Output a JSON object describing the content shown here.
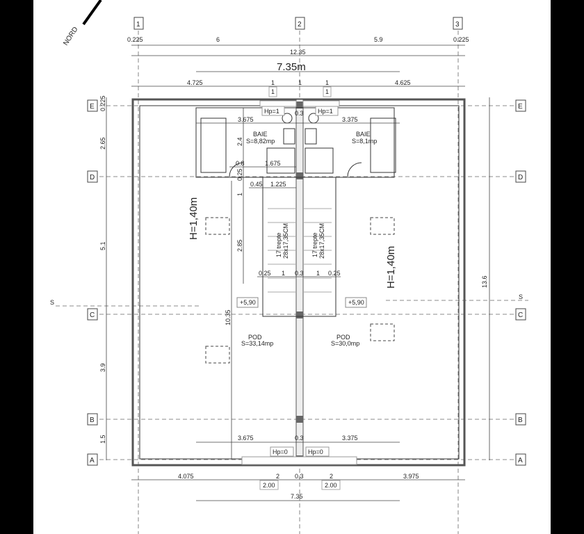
{
  "north": "NORD",
  "axes": {
    "cols": [
      "1",
      "2",
      "3"
    ],
    "rows": [
      "E",
      "D",
      "C",
      "B",
      "A"
    ]
  },
  "top_dims": {
    "a": "0.225",
    "b": "6",
    "c": "5.9",
    "d": "0.225",
    "total": "12.35",
    "main": "7.35m",
    "l": "4.725",
    "m1": "1",
    "m2": "1",
    "m3": "1",
    "r": "4.625",
    "box1": "1",
    "box2": "1"
  },
  "left_dims": {
    "e": "0.225",
    "ed": "2.65",
    "dc": "5.1",
    "cb": "3.9",
    "ba": "1.5"
  },
  "right_dims": {
    "total": "13.6"
  },
  "rooms": {
    "baie_left": {
      "name": "BAIE",
      "area": "S=8,82mp"
    },
    "baie_right": {
      "name": "BAIE",
      "area": "S=8,1mp"
    },
    "pod_left": {
      "name": "POD",
      "area": "S=33,14mp"
    },
    "pod_right": {
      "name": "POD",
      "area": "S=30,0mp"
    }
  },
  "heights": {
    "left": "H=1,40m",
    "right": "H=1,40m"
  },
  "levels": {
    "left": "+5,90",
    "right": "+5,90"
  },
  "hp": {
    "tl": "Hp=1",
    "tr": "Hp=1",
    "bl": "Hp=0",
    "br": "Hp=0"
  },
  "stairs": {
    "left": {
      "steps": "17 trepte",
      "size": "28x17,35CM"
    },
    "right": {
      "steps": "17 trepte",
      "size": "28x17,35CM"
    }
  },
  "inner_dims": {
    "w1": "3.675",
    "w2": "0.3",
    "w3": "3.375",
    "h1": "2.4",
    "d08": "0.8",
    "d1675": "1.675",
    "d025": "0.25",
    "d045": "0.45",
    "d1225": "1.225",
    "d1": "1",
    "d285": "2.85",
    "s025a": "0.25",
    "s1a": "1",
    "s03": "0.3",
    "s1b": "1",
    "s025b": "0.25",
    "d1035": "10.35",
    "b1": "3.675",
    "b2": "0.3",
    "b3": "3.375"
  },
  "bottom_dims": {
    "a": "4.075",
    "b": "2",
    "c": "0.3",
    "d": "2",
    "e": "3.975",
    "box1": "2.00",
    "box2": "2.00",
    "total": "7.35"
  },
  "section": {
    "left": "S",
    "right": "S"
  }
}
